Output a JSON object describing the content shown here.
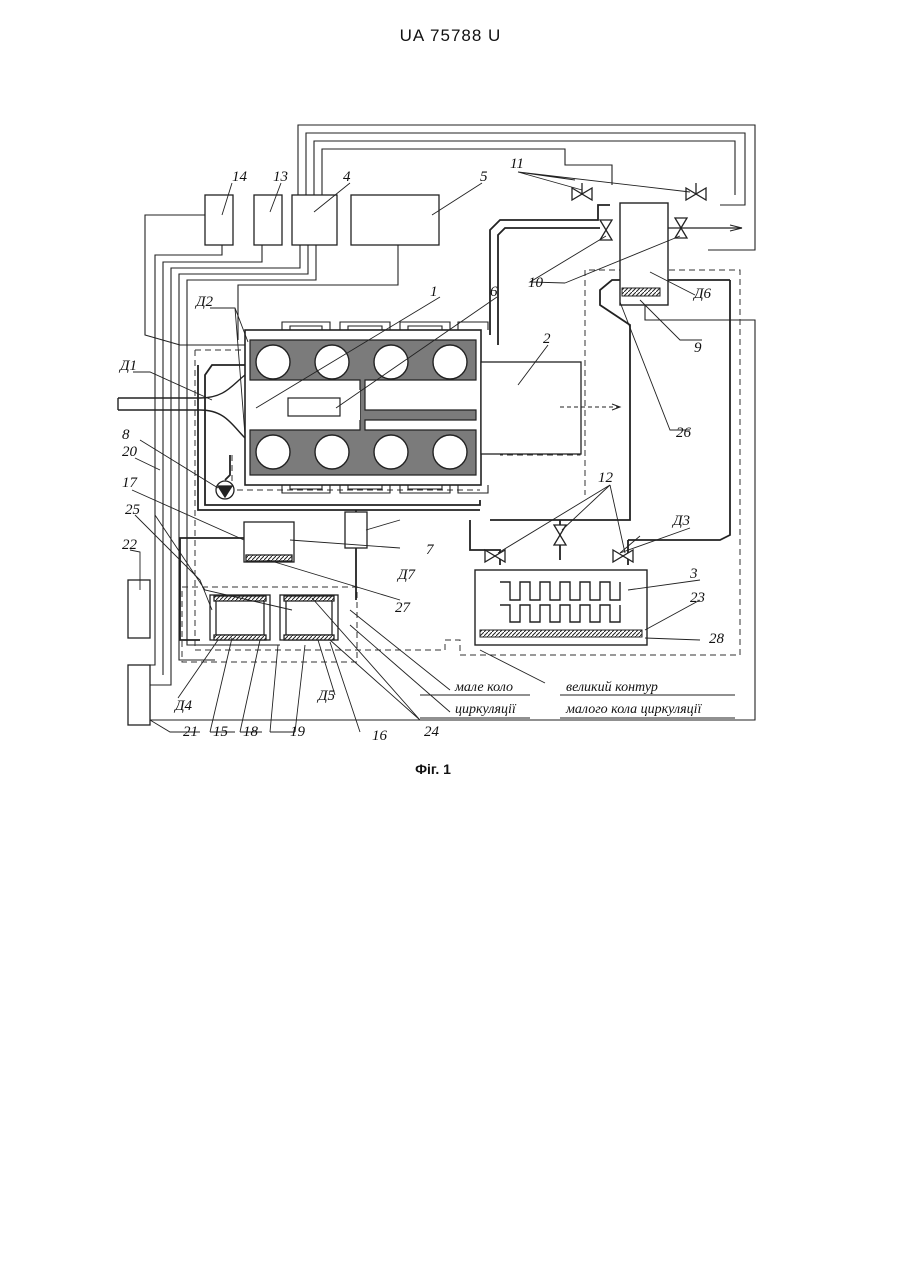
{
  "header": {
    "doc_number": "UA   75788   U"
  },
  "figure": {
    "caption": "Фіг. 1",
    "labels": {
      "n1": "1",
      "n2": "2",
      "n3": "3",
      "n4": "4",
      "n5": "5",
      "n6": "6",
      "n7": "7",
      "n8": "8",
      "n9": "9",
      "n10": "10",
      "n11": "11",
      "n12": "12",
      "n13": "13",
      "n14": "14",
      "n15": "15",
      "n16": "16",
      "n17": "17",
      "n18": "18",
      "n19": "19",
      "n20": "20",
      "n21": "21",
      "n22": "22",
      "n23": "23",
      "n24": "24",
      "n25": "25",
      "n26": "26",
      "n27": "27",
      "n28": "28",
      "d1": "Д1",
      "d2": "Д2",
      "d3": "Д3",
      "d4": "Д4",
      "d5": "Д5",
      "d6": "Д6",
      "d7": "Д7"
    },
    "notes": {
      "small_circle_1": "мале коло",
      "small_circle_2": "циркуляції",
      "big_contour_1": "великий контур",
      "big_contour_2": "малого кола циркуляції"
    }
  }
}
